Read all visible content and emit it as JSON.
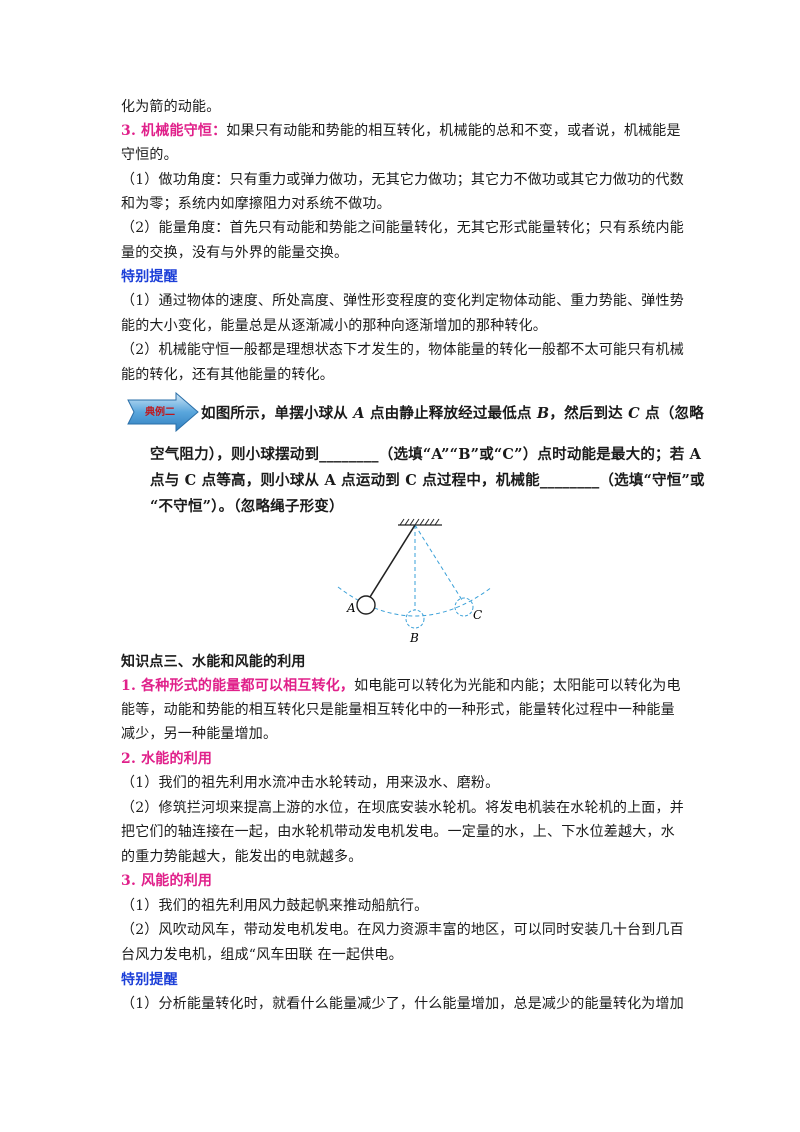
{
  "lines": {
    "l1": "化为箭的动能。",
    "l2_head": "3. 机械能守恒：",
    "l2_rest": "如果只有动能和势能的相互转化，机械能的总和不变，或者说，机械能是",
    "l3": "守恒的。",
    "l4": "（1）做功角度：只有重力或弹力做功，无其它力做功；其它力不做功或其它力做功的代数",
    "l5": "和为零；系统内如摩擦阻力对系统不做功。",
    "l6": "（2）能量角度：首先只有动能和势能之间能量转化，无其它形式能量转化；只有系统内能",
    "l7": "量的交换，没有与外界的能量交换。",
    "l8": "特别提醒",
    "l9": "（1）通过物体的速度、所处高度、弹性形变程度的变化判定物体动能、重力势能、弹性势",
    "l10": "能的大小变化，能量总是从逐渐减小的那种向逐渐增加的那种转化。",
    "l11": "（2）机械能守恒一般都是理想状态下才发生的，物体能量的转化一般都不太可能只有机械",
    "l12": "能的转化，还有其他能量的转化。",
    "k3_title": "知识点三、水能和风能的利用",
    "k1_head": "1. 各种形式的能量都可以相互转化，",
    "k1_rest": "如电能可以转化为光能和内能；太阳能可以转化为电",
    "k2": "能等，动能和势能的相互转化只是能量相互转化中的一种形式，能量转化过程中一种能量",
    "k3": "减少，另一种能量增加。",
    "k4": "2. 水能的利用",
    "k5": "（1）我们的祖先利用水流冲击水轮转动，用来汲水、磨粉。",
    "k6": "（2）修筑拦河坝来提高上游的水位，在坝底安装水轮机。将发电机装在水轮机的上面，并",
    "k7": "把它们的轴连接在一起，由水轮机带动发电机发电。一定量的水，上、下水位差越大，水",
    "k8": "的重力势能越大，能发出的电就越多。",
    "k9": "3. 风能的利用",
    "k10": "（1）我们的祖先利用风力鼓起帆来推动船航行。",
    "k11": "（2）风吹动风车，带动发电机发电。在风力资源丰富的地区，可以同时安装几十台到几百",
    "k12": "台风力发电机，组成“风车田联  在一起供电。",
    "k13": "特别提醒",
    "k14": "（1）分析能量转化时，就看什么能量减少了，什么能量增加，总是减少的能量转化为增加"
  },
  "example": {
    "badge": "典例二",
    "line1_a": "如图所示，单摆小球从 ",
    "line1_A": "A",
    "line1_b": " 点由静止释放经过最低点 ",
    "line1_B": "B",
    "line1_c": "，然后到达 ",
    "line1_C": "C",
    "line1_d": " 点（忽略",
    "line2": "空气阻力），则小球摆动到________（选填“A”“B”或“C”）点时动能是最大的；若 A",
    "line3": "点与 C 点等高，则小球从 A 点运动到 C 点过程中，机械能________（选填“守恒”或",
    "line4": "“不守恒”）。（忽略绳子形变）"
  },
  "figure": {
    "label_a": "A",
    "label_b": "B",
    "label_c": "C"
  },
  "colors": {
    "pink": "#e0208a",
    "blue": "#1c3fd8",
    "badge_fill": "#5aa6dc",
    "dashed": "#3aa0d8"
  }
}
